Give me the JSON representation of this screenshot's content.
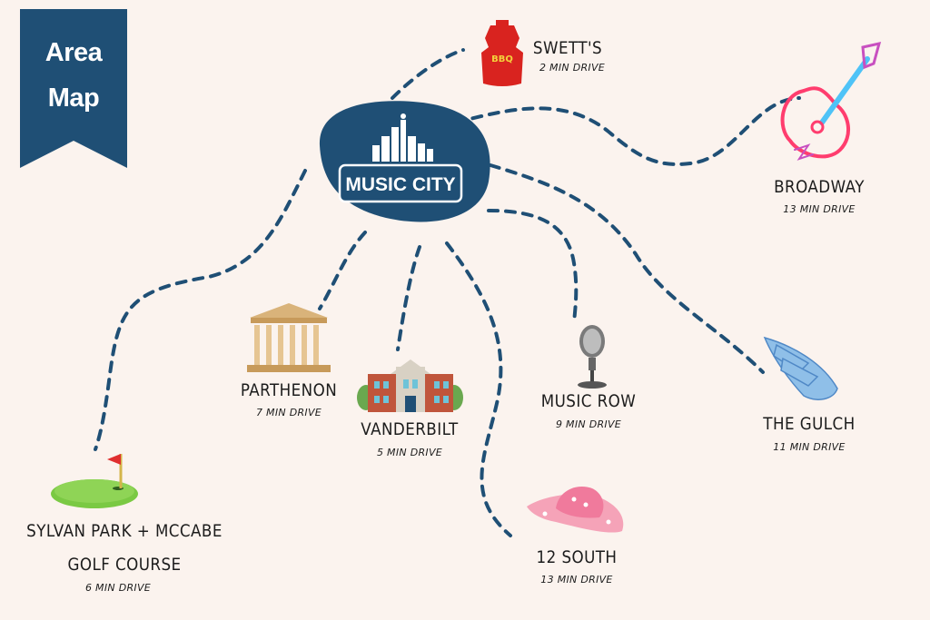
{
  "banner": {
    "line1": "Area",
    "line2": "Map"
  },
  "center": {
    "label": "MUSIC CITY"
  },
  "destinations": {
    "swetts": {
      "name": "SWETT'S",
      "drive": "2 MIN DRIVE",
      "icon": "bbq-apron-icon",
      "icon_text": "BBQ"
    },
    "broadway": {
      "name": "BROADWAY",
      "drive": "13 MIN DRIVE",
      "icon": "neon-guitar-icon"
    },
    "parthenon": {
      "name": "PARTHENON",
      "drive": "7 MIN DRIVE",
      "icon": "parthenon-icon"
    },
    "vanderbilt": {
      "name": "VANDERBILT",
      "drive": "5 MIN DRIVE",
      "icon": "university-building-icon"
    },
    "music_row": {
      "name": "MUSIC ROW",
      "drive": "9 MIN DRIVE",
      "icon": "microphone-icon"
    },
    "the_gulch": {
      "name": "THE GULCH",
      "drive": "11 MIN DRIVE",
      "icon": "wing-icon"
    },
    "south12": {
      "name": "12 SOUTH",
      "drive": "13 MIN DRIVE",
      "icon": "cowboy-hat-icon"
    },
    "sylvan": {
      "name_line1": "SYLVAN PARK + MCCABE",
      "name_line2": "GOLF COURSE",
      "drive": "6 MIN DRIVE",
      "icon": "golf-green-icon"
    }
  },
  "colors": {
    "background": "#fbf3ee",
    "navy": "#1f4f75",
    "path": "#1f4f75"
  }
}
